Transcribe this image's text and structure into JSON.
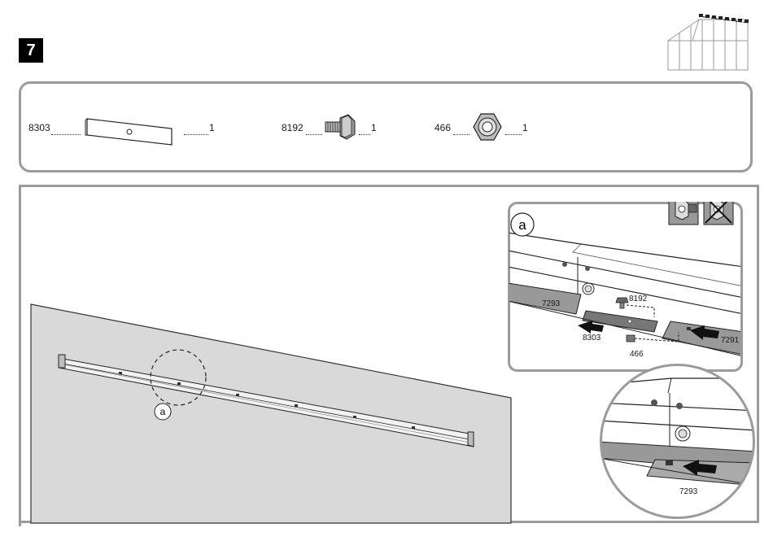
{
  "step": {
    "number": "7"
  },
  "parts": [
    {
      "code": "8303",
      "qty": "1",
      "icon": "connector-plate-icon"
    },
    {
      "code": "8192",
      "qty": "1",
      "icon": "bolt-icon"
    },
    {
      "code": "466",
      "qty": "1",
      "icon": "hex-nut-icon"
    }
  ],
  "detail": {
    "marker": "a",
    "labels": {
      "bolt": "8192",
      "plate": "8303",
      "nut": "466",
      "left_rail": "7293",
      "right_rail": "7291"
    }
  },
  "zoom": {
    "label": "7293"
  },
  "overview": {
    "marker": "a"
  },
  "tools": {
    "allowed": "wrench-bolt-icon",
    "forbidden": "no-power-drill-icon"
  }
}
